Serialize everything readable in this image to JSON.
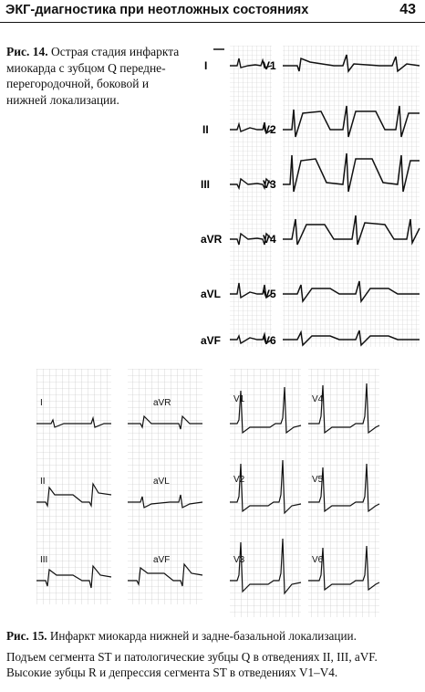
{
  "header": {
    "title": "ЭКГ-диагностика при неотложных состояниях",
    "page_number": "43"
  },
  "figure14": {
    "caption_label": "Рис. 14.",
    "caption_text": " Острая стадия инфаркта миокарда с зубцом Q передне-перегородочной, боковой и нижней локализации.",
    "limb_leads": [
      "I",
      "II",
      "III",
      "aVR",
      "aVL",
      "aVF"
    ],
    "chest_leads": [
      "V1",
      "V2",
      "V3",
      "V4",
      "V5",
      "V6"
    ]
  },
  "figure15": {
    "panel_left_leads": [
      "I",
      "II",
      "III"
    ],
    "panel_aug_leads": [
      "aVR",
      "aVL",
      "aVF"
    ],
    "panel_v_a_leads": [
      "V1",
      "V2",
      "V3"
    ],
    "panel_v_b_leads": [
      "V4",
      "V5",
      "V6"
    ],
    "caption_label": "Рис. 15.",
    "caption_title": " Инфаркт миокарда нижней и задне-базальной локализации.",
    "caption_body": "Подъем сегмента ST и патологические зубцы Q в отведениях II, III, aVF. Высокие зубцы R и депрессия сегмента ST в отведениях V1–V4."
  }
}
